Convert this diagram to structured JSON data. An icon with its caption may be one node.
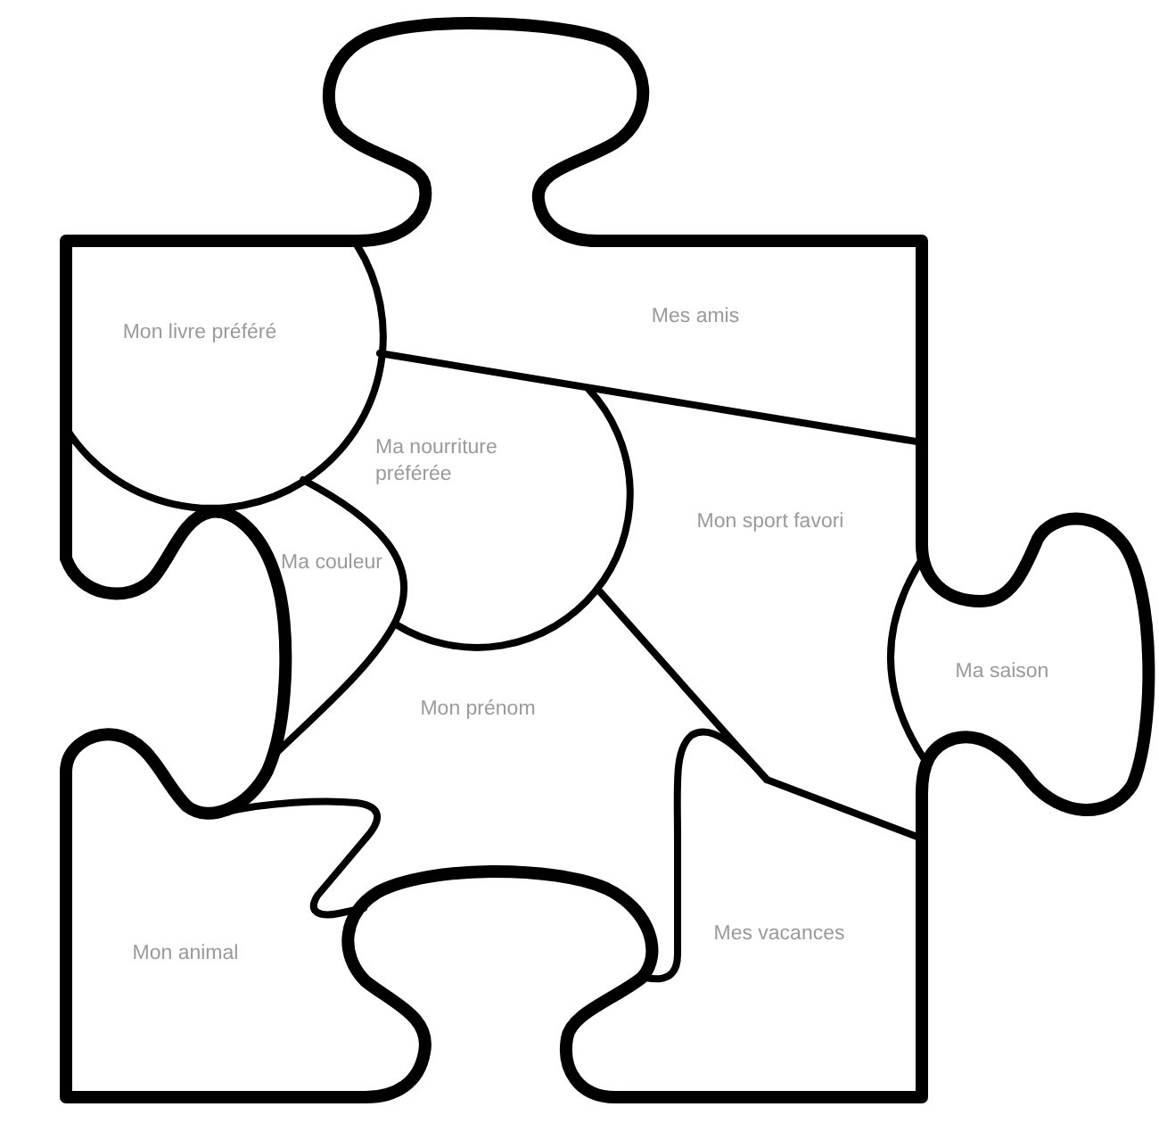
{
  "diagram": {
    "labels": [
      "Mon livre préféré",
      "Mes amis",
      "Ma nourriture préférée",
      "Mon sport favori",
      "Ma couleur",
      "Ma saison",
      "Mon prénom",
      "Mon animal",
      "Mes vacances"
    ]
  }
}
